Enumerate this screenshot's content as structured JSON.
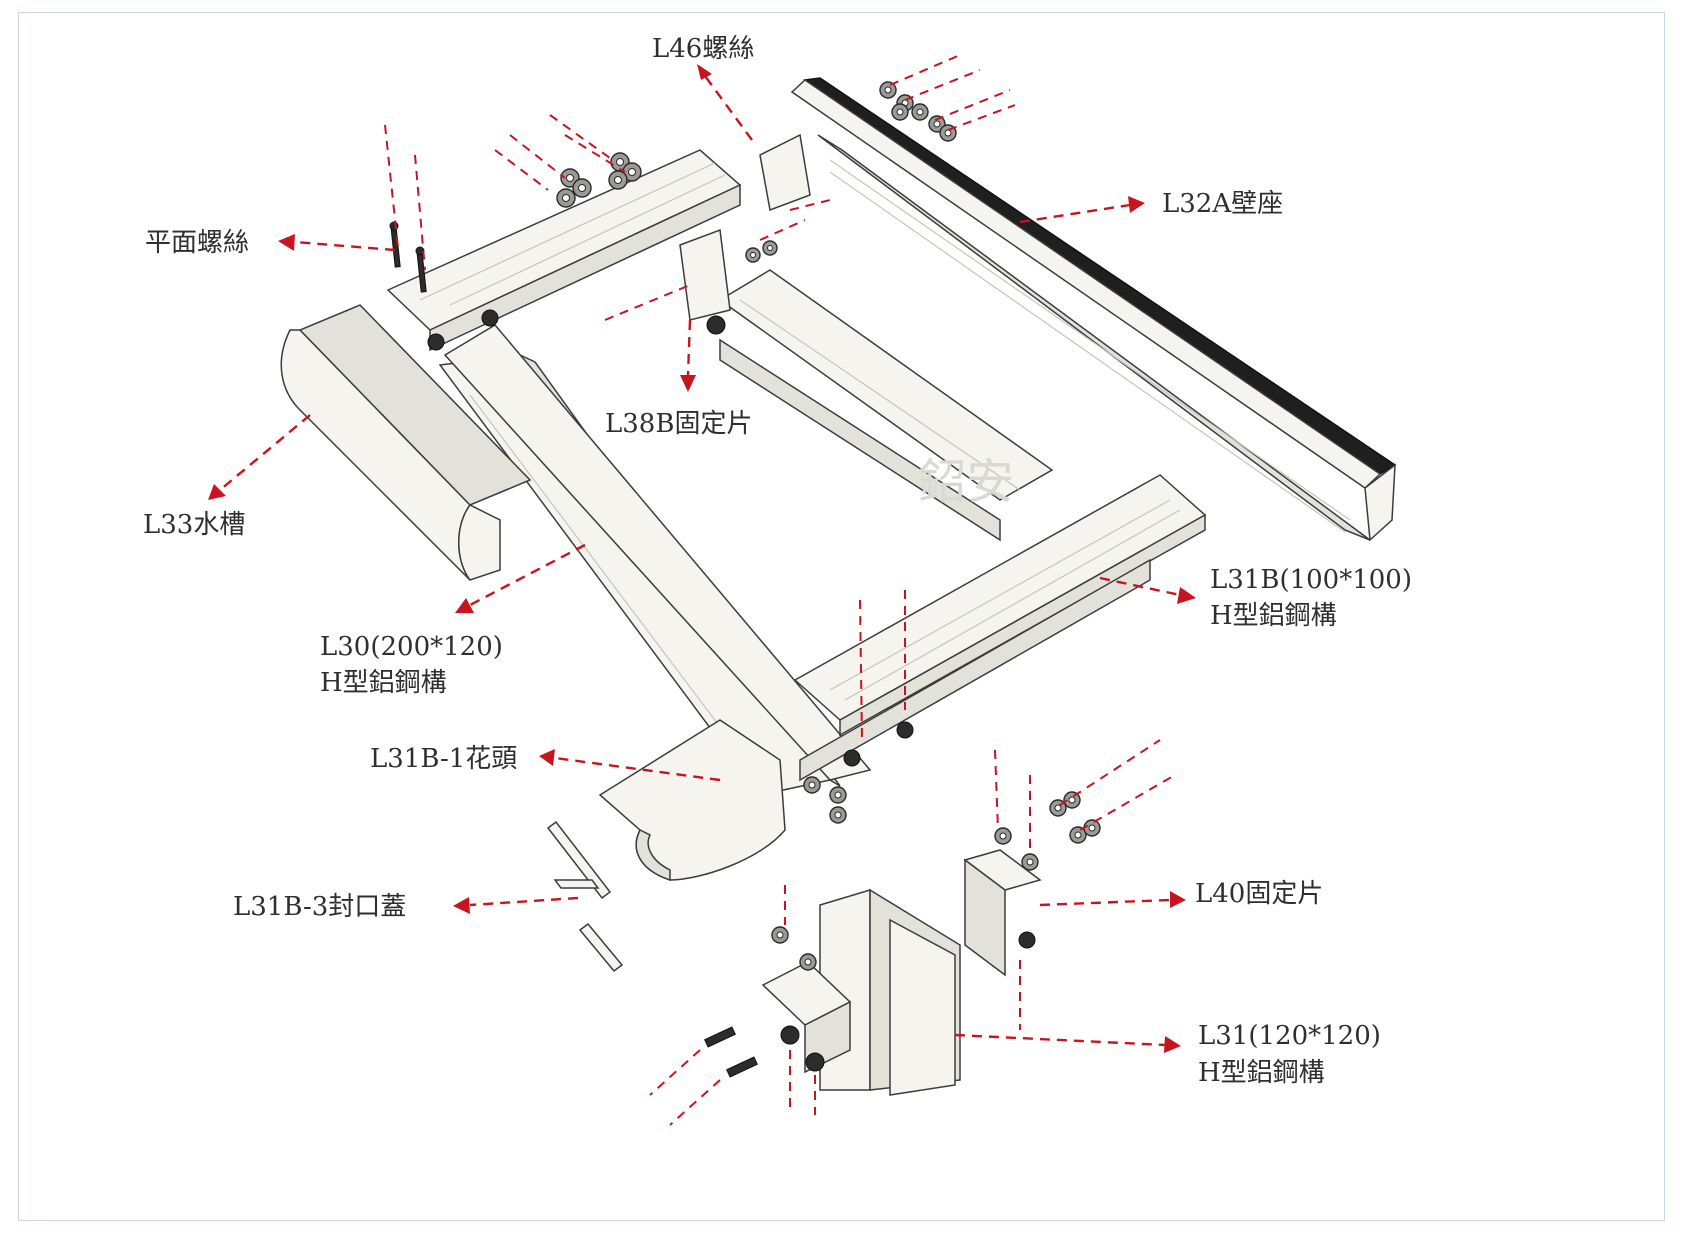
{
  "watermark": "鉊安",
  "labels": {
    "l46": "L46螺絲",
    "l32a": "L32A壁座",
    "flat_screw": "平面螺絲",
    "l38b": "L38B固定片",
    "l33": "L33水槽",
    "l31b_line1": "L31B(100*100)",
    "l31b_line2": "H型鋁鋼構",
    "l30_line1": "L30(200*120)",
    "l30_line2": "H型鋁鋼構",
    "l31b1": "L31B-1花頭",
    "l31b3": "L31B-3封口蓋",
    "l40": "L40固定片",
    "l31_line1": "L31(120*120)",
    "l31_line2": "H型鋁鋼構"
  },
  "colors": {
    "leader": "#c8141e",
    "frame": "#c9d7ea",
    "label_text": "#2f2f2f"
  }
}
